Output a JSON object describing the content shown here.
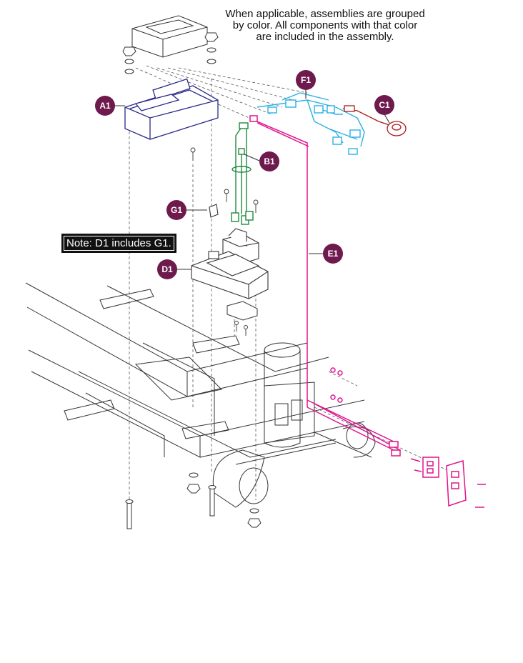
{
  "header_note": [
    "When applicable, assemblies are grouped",
    "by color. All components with that color",
    "are included in the assembly."
  ],
  "boxed_note": "Note: D1 includes G1.",
  "callouts": [
    "A1",
    "B1",
    "C1",
    "D1",
    "E1",
    "F1",
    "G1"
  ],
  "colors": {
    "callout": "#6e1a4d",
    "assembly_E1": "#e0148c",
    "assembly_F1": "#2ab0e4",
    "assembly_B1": "#1e8a3c",
    "assembly_C1": "#b01818",
    "assembly_A1": "#2a2a8c",
    "line": "#333333"
  }
}
